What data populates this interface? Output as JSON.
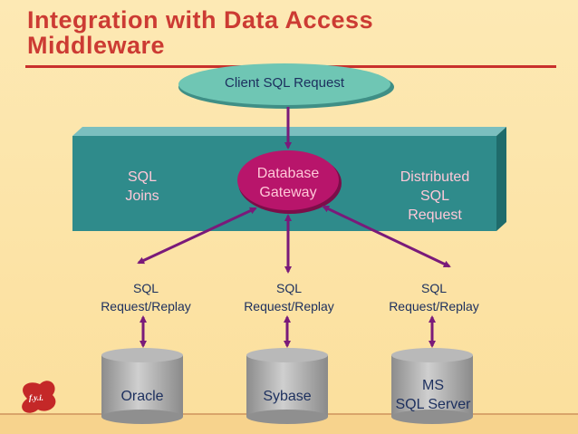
{
  "title": {
    "line1": "Integration with Data Access",
    "line2": "Middleware"
  },
  "client_request": "Client SQL Request",
  "middleware": {
    "left_label": "SQL\nJoins",
    "gateway_label": "Database\nGateway",
    "right_label": "Distributed\nSQL\nRequest"
  },
  "connections": [
    {
      "label": "SQL\nRequest/Replay"
    },
    {
      "label": "SQL\nRequest/Replay"
    },
    {
      "label": "SQL\nRequest/Replay"
    }
  ],
  "databases": [
    {
      "name": "Oracle"
    },
    {
      "name": "Sybase"
    },
    {
      "name": "MS\nSQL Server"
    }
  ],
  "badge": "f.y.i.",
  "colors": {
    "background": "#fde9b4",
    "title": "#cc3b33",
    "box": "#2f8b8b",
    "ellipse": "#6fc6b4",
    "gateway": "#b8156b",
    "arrow": "#7a1a7a",
    "cylinder": "#a6a6a6"
  }
}
